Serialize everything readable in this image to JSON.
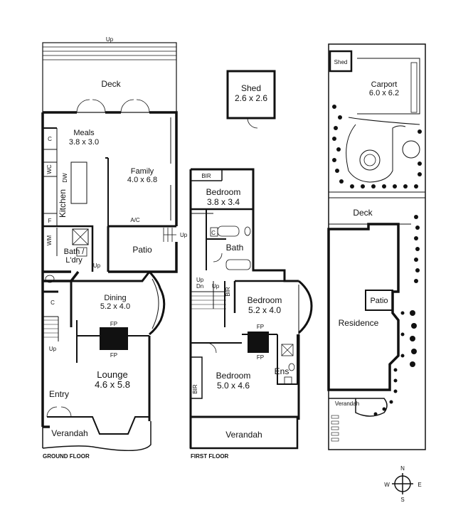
{
  "ground": {
    "up_top": "Up",
    "deck": "Deck",
    "meals_name": "Meals",
    "meals_size": "3.8 x 3.0",
    "c1": "C",
    "wc": "WC",
    "dw": "DW",
    "kitchen": "Kitchen",
    "family_name": "Family",
    "family_size": "4.0 x 6.8",
    "ac": "A/C",
    "up_patio": "Up",
    "f": "F",
    "patio": "Patio",
    "wm": "WM",
    "bath_name": "Bath /",
    "bath_name2": "L'dry",
    "up_mid": "Up",
    "c2": "C",
    "dining_name": "Dining",
    "dining_size": "5.2 x 4.0",
    "fp1": "FP",
    "fp2": "FP",
    "up_stair": "Up",
    "lounge_name": "Lounge",
    "lounge_size": "4.6 x 5.8",
    "entry": "Entry",
    "verandah": "Verandah",
    "caption": "GROUND FLOOR"
  },
  "shed": {
    "name": "Shed",
    "size": "2.6 x 2.6"
  },
  "first": {
    "bir1": "BIR",
    "bed1_name": "Bedroom",
    "bed1_size": "3.8 x 3.4",
    "c": "C",
    "bath": "Bath",
    "up": "Up",
    "dn": "Dn",
    "up2": "Up",
    "bir2": "BIR",
    "bed2_name": "Bedroom",
    "bed2_size": "5.2 x 4.0",
    "fp1": "FP",
    "fp2": "FP",
    "ens": "Ens",
    "bir3": "BIR",
    "bed3_name": "Bedroom",
    "bed3_size": "5.0 x 4.6",
    "verandah": "Verandah",
    "caption": "FIRST FLOOR"
  },
  "site": {
    "shed": "Shed",
    "carport_name": "Carport",
    "carport_size": "6.0 x 6.2",
    "deck": "Deck",
    "patio": "Patio",
    "residence": "Residence",
    "verandah": "Verandah"
  },
  "compass": {
    "n": "N",
    "s": "S",
    "e": "E",
    "w": "W"
  }
}
